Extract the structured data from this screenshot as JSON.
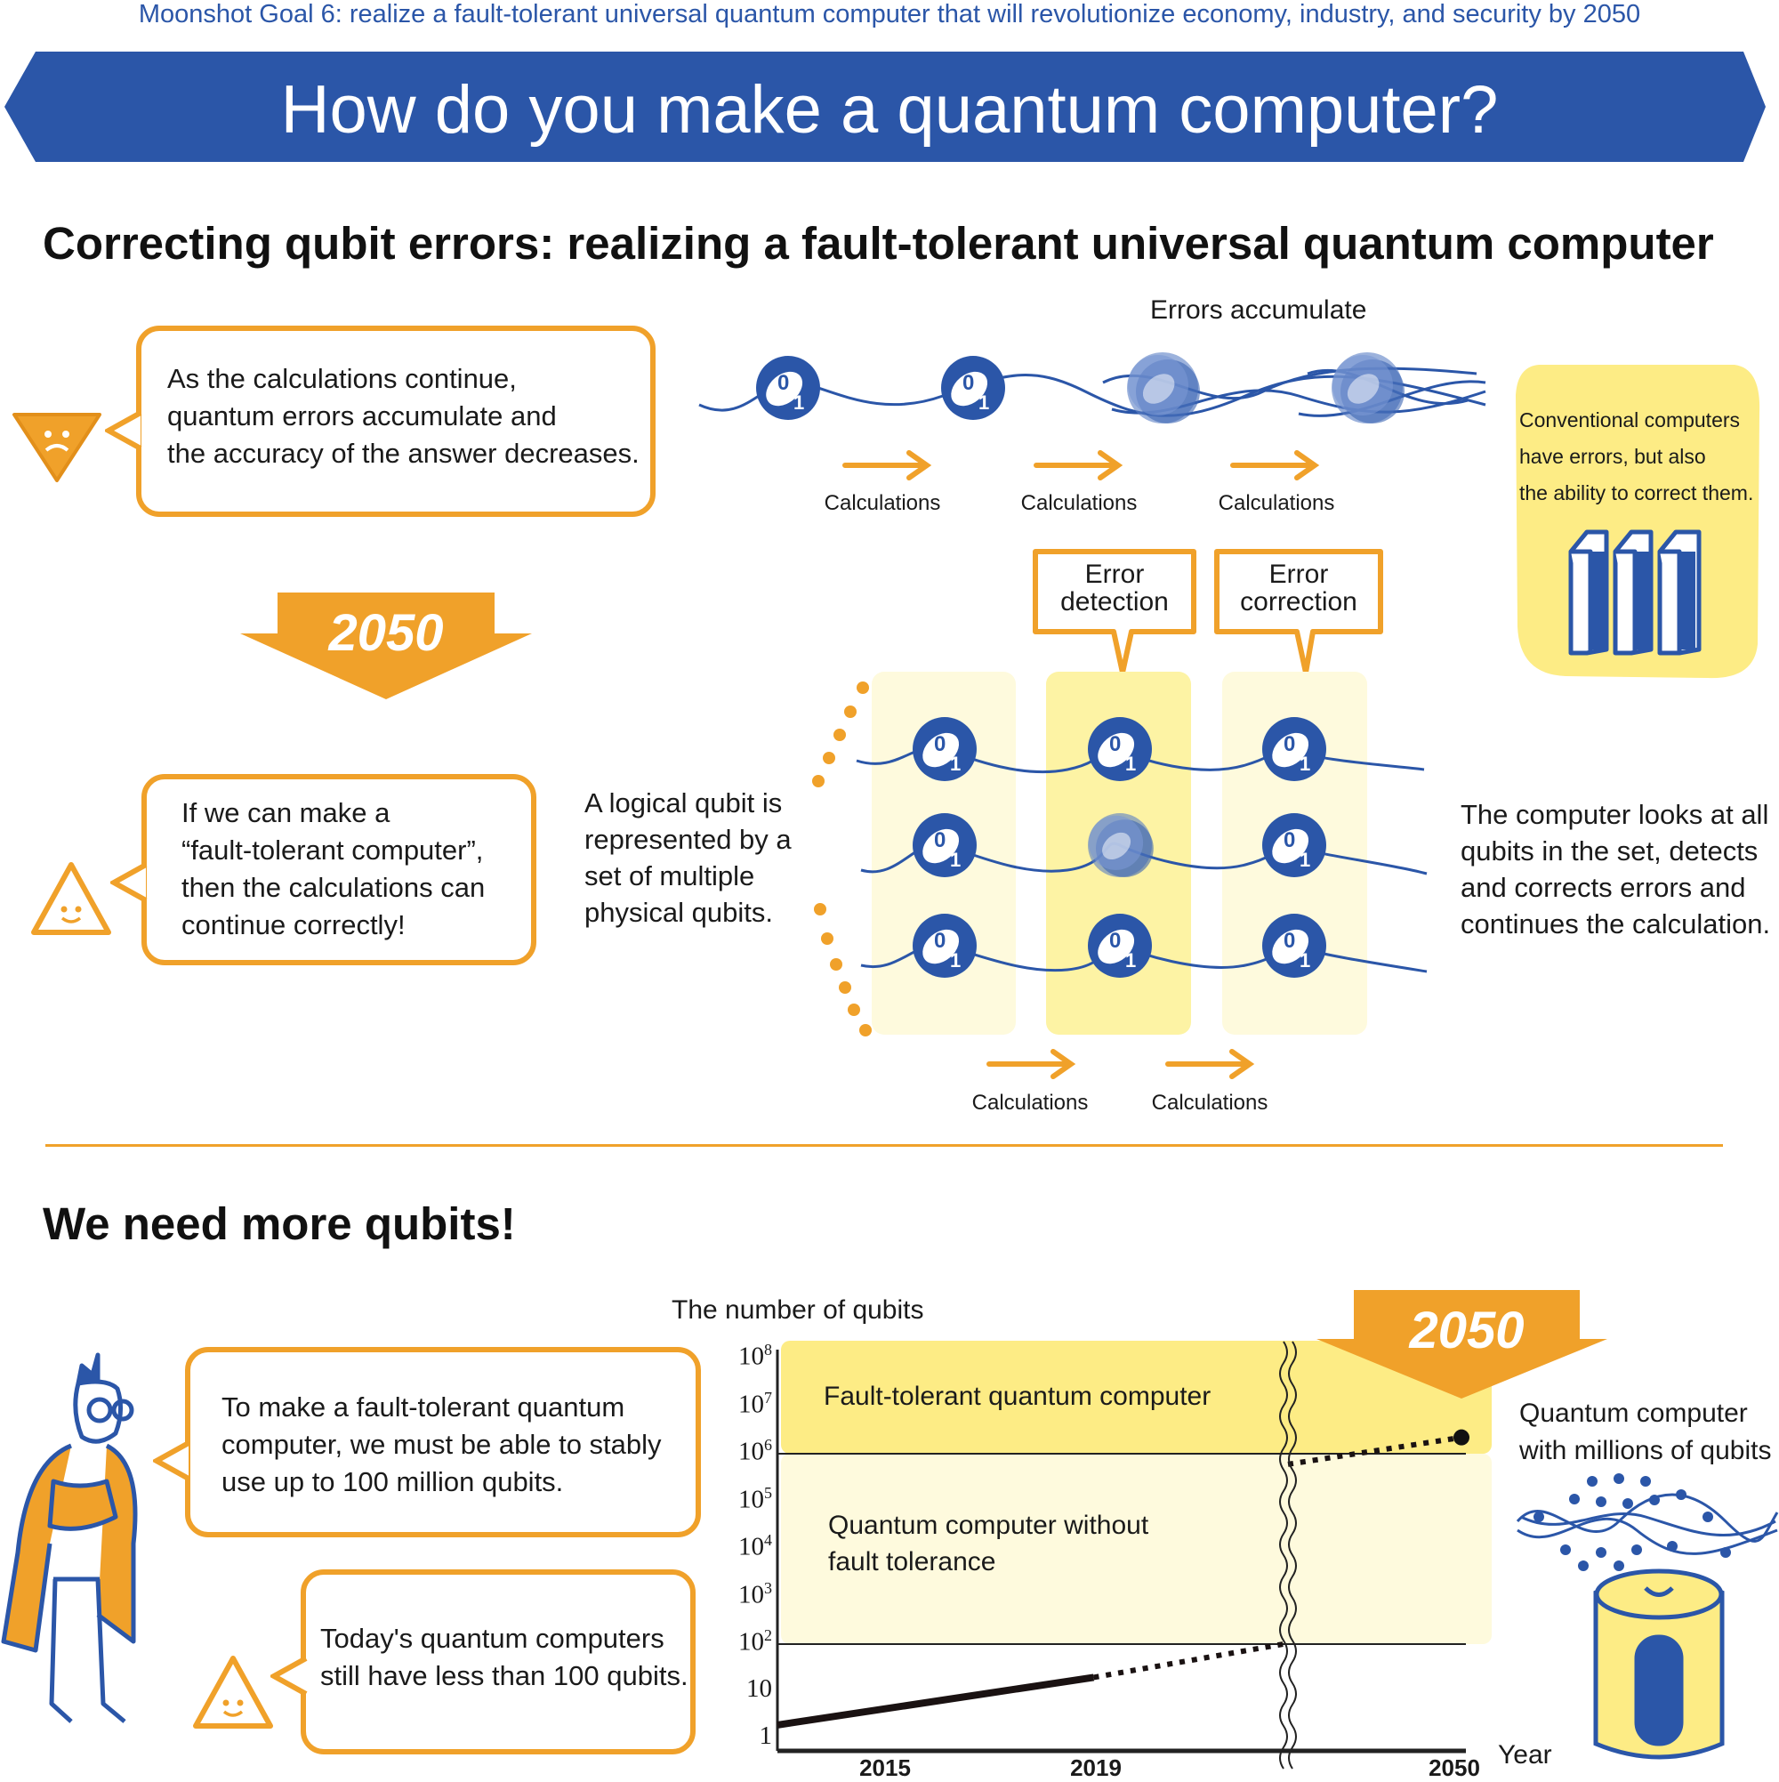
{
  "header": {
    "goal_text": "Moonshot Goal 6: realize a fault-tolerant universal quantum computer that will revolutionize economy, industry, and security by 2050",
    "banner_title": "How do you make a quantum computer?"
  },
  "section1": {
    "heading": "Correcting qubit errors: realizing a fault-tolerant universal quantum computer",
    "bubble_problem": [
      "As the calculations continue,",
      "quantum errors  accumulate and",
      "the accuracy of the answer decreases."
    ],
    "errors_accumulate": "Errors accumulate",
    "calc_labels_top": [
      "Calculations",
      "Calculations",
      "Calculations"
    ],
    "conventional_note": [
      "Conventional computers",
      "have errors, but also",
      "the ability to correct them."
    ],
    "year_arrow": "2050",
    "error_detection": [
      "Error",
      "detection"
    ],
    "error_correction": [
      "Error",
      "correction"
    ],
    "bubble_solution": [
      "If we can make a",
      "“fault-tolerant computer”,",
      "then the calculations can",
      "continue correctly!"
    ],
    "logical_qubit_text": [
      "A logical qubit is",
      "represented by a",
      "set of multiple",
      "physical qubits."
    ],
    "computer_text": [
      "The computer looks at all",
      "qubits in the set, detects",
      "and corrects errors and",
      "continues the calculation."
    ],
    "calc_labels_bottom": [
      "Calculations",
      "Calculations"
    ],
    "qubit_glyph": {
      "top": "0",
      "bottom": "1"
    }
  },
  "section2": {
    "heading": "We need more qubits!",
    "bubble_requirement": [
      "To make a fault-tolerant quantum",
      "computer, we must be able to stably",
      "use up to 100 million qubits."
    ],
    "bubble_today": [
      "Today's quantum computers",
      "still have less than 100 qubits."
    ],
    "year_arrow": "2050",
    "millions_label": [
      "Quantum computer",
      "with millions of qubits"
    ]
  },
  "chart_data": {
    "type": "line",
    "ylabel": "The number of qubits",
    "xlabel": "Year",
    "yscale": "log",
    "ylim": [
      1,
      100000000
    ],
    "y_tick_labels": [
      {
        "value": 1,
        "base": "1",
        "exp": ""
      },
      {
        "value": 10,
        "base": "10",
        "exp": ""
      },
      {
        "value": 100,
        "base": "10",
        "exp": "2"
      },
      {
        "value": 1000,
        "base": "10",
        "exp": "3"
      },
      {
        "value": 10000,
        "base": "10",
        "exp": "4"
      },
      {
        "value": 100000,
        "base": "10",
        "exp": "5"
      },
      {
        "value": 1000000,
        "base": "10",
        "exp": "6"
      },
      {
        "value": 10000000,
        "base": "10",
        "exp": "7"
      },
      {
        "value": 100000000,
        "base": "10",
        "exp": "8"
      }
    ],
    "x_tick_labels": [
      "2015",
      "2019",
      "2050"
    ],
    "axis_break": true,
    "regions": [
      {
        "label": "Fault-tolerant quantum computer",
        "from": 1000000,
        "to": 100000000,
        "color": "#fdec85"
      },
      {
        "label": [
          "Quantum computer without",
          "fault tolerance"
        ],
        "from": 100,
        "to": 1000000,
        "color": "#fefadd"
      }
    ],
    "series": [
      {
        "name": "actual",
        "style": "solid",
        "points": [
          [
            2013,
            2
          ],
          [
            2019,
            20
          ]
        ]
      },
      {
        "name": "projection-pre-break",
        "style": "dotted",
        "points": [
          [
            2019,
            20
          ],
          [
            2022.6,
            100
          ]
        ]
      },
      {
        "name": "projection-post-break",
        "style": "dotted",
        "points": [
          [
            2045,
            600000
          ],
          [
            2050,
            2200000
          ]
        ]
      }
    ],
    "highlight_point": [
      2050,
      2200000
    ]
  },
  "colors": {
    "blue": "#2b56a8",
    "orange": "#f0a12a",
    "yellow": "#fdec85",
    "pale_yellow": "#fefadd"
  }
}
